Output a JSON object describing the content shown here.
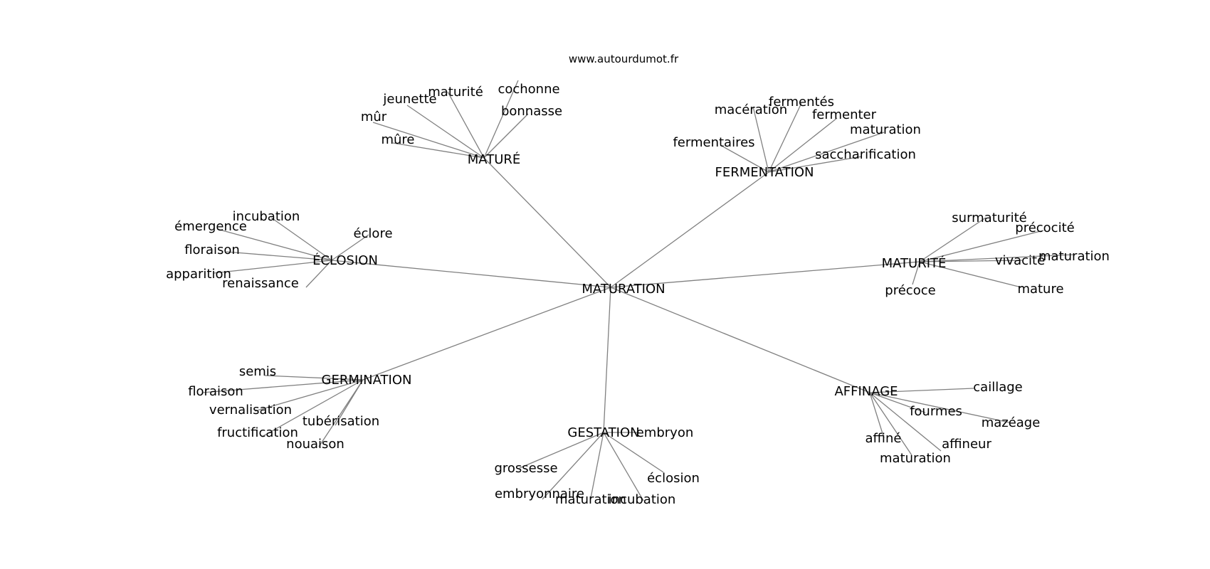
{
  "source": "www.autourdumot.fr",
  "edge_color": "#808080",
  "center": {
    "label": "MATURATION"
  },
  "hubs": [
    {
      "label": "MATURÉ",
      "leaves": [
        "cochonne",
        "maturité",
        "jeunette",
        "mûr",
        "mûre",
        "bonnasse"
      ]
    },
    {
      "label": "FERMENTATION",
      "leaves": [
        "fermentés",
        "macération",
        "fermenter",
        "maturation",
        "fermentaires",
        "saccharification"
      ]
    },
    {
      "label": "ÉCLOSION",
      "leaves": [
        "incubation",
        "émergence",
        "éclore",
        "floraison",
        "apparition",
        "renaissance"
      ]
    },
    {
      "label": "MATURITÉ",
      "leaves": [
        "surmaturité",
        "précocité",
        "vivacité",
        "maturation",
        "précoce",
        "mature"
      ]
    },
    {
      "label": "GERMINATION",
      "leaves": [
        "semis",
        "floraison",
        "vernalisation",
        "tubérisation",
        "fructification",
        "nouaison"
      ]
    },
    {
      "label": "GESTATION",
      "leaves": [
        "embryon",
        "grossesse",
        "éclosion",
        "embryonnaire",
        "maturation",
        "incubation"
      ]
    },
    {
      "label": "AFFINAGE",
      "leaves": [
        "caillage",
        "fourmes",
        "mazéage",
        "affiné",
        "affineur",
        "maturation"
      ]
    }
  ]
}
